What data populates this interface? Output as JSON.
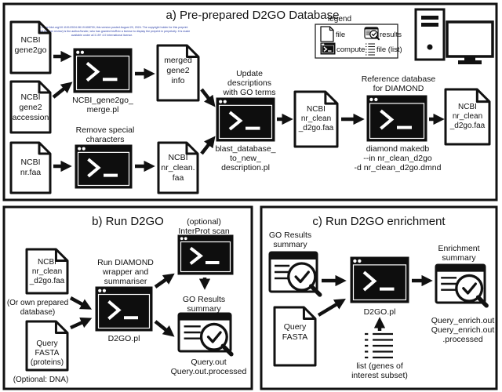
{
  "panels": {
    "a": {
      "title": "a) Pre-prepared D2GO Database"
    },
    "b": {
      "title": "b) Run D2GO"
    },
    "c": {
      "title": "c) Run D2GO enrichment"
    }
  },
  "preprint_notice": {
    "line1": "bioRxiv preprint doi: https://doi.org/10.1101/2024.08.19.608700; this version posted August 20, 2024. The copyright holder for this preprint",
    "line2": "(which was not certified by peer review) is the author/funder, who has granted bioRxiv a license to display the preprint in perpetuity. It is made",
    "line3": "available under aCC-BY 4.0 International license."
  },
  "legend": {
    "title": "legend",
    "file": "file",
    "results": "results",
    "compute": "compute",
    "file_list": "file (list)"
  },
  "a": {
    "ncbi_gene2go": [
      "NCBI",
      "gene2go"
    ],
    "ncbi_gene2_accession": [
      "NCBI",
      "gene2",
      "accession"
    ],
    "ncbi_nr_faa": [
      "NCBI",
      "nr.faa"
    ],
    "merge_script": [
      "NCBI_gene2go_",
      "merge.pl"
    ],
    "merged_info": [
      "merged",
      "gene2",
      "info"
    ],
    "remove_special": [
      "Remove special",
      "characters"
    ],
    "nr_clean_file": [
      "NCBI",
      "nr_clean.",
      "faa"
    ],
    "update_desc": [
      "Update",
      "descriptions",
      "with GO terms"
    ],
    "blast_script": [
      "blast_database_",
      "to_new_",
      "description.pl"
    ],
    "nr_clean_d2go_1": [
      "NCBI",
      "nr_clean",
      "_d2go.faa"
    ],
    "ref_db": [
      "Reference database",
      "for DIAMOND"
    ],
    "diamond_cmd": [
      "diamond makedb",
      "--in nr_clean_d2go",
      "-d nr_clean_d2go.dmnd"
    ],
    "nr_clean_d2go_2": [
      "NCBI",
      "nr_clean",
      "_d2go.faa"
    ]
  },
  "b": {
    "input_db": [
      "NCBI",
      "nr_clean",
      "_d2go.faa"
    ],
    "own_db": [
      "(Or own prepared",
      "database)"
    ],
    "query": [
      "Query",
      "FASTA",
      "(proteins)"
    ],
    "optional_dna": "(Optional: DNA)",
    "run_diamond": [
      "Run DIAMOND",
      "wrapper and",
      "summariser"
    ],
    "script": "D2GO.pl",
    "interprot": [
      "(optional)",
      "InterProt scan"
    ],
    "go_results": [
      "GO Results",
      "summary"
    ],
    "outputs": [
      "Query.out",
      "Query.out.processed"
    ]
  },
  "c": {
    "go_results": [
      "GO Results",
      "summary"
    ],
    "query": [
      "Query",
      "FASTA"
    ],
    "script": "D2GO.pl",
    "list": [
      "list (genes of",
      "interest subset)"
    ],
    "enrichment": [
      "Enrichment",
      "summary"
    ],
    "outputs": [
      "Query_enrich.out",
      "Query_enrich.out",
      ".processed"
    ]
  }
}
